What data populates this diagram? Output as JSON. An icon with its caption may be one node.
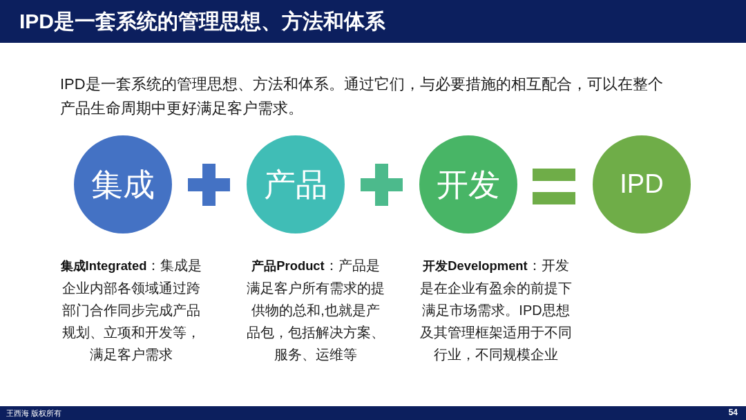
{
  "diagram": {
    "title": "IPD是一套系统的管理思想、方法和体系",
    "nodes": [
      {
        "text": [
          "集成"
        ],
        "beside": [
          "**集成Integrated**：集成是企业内部各领域通过跨部门合作同步完成产品规划、立项和开发等，满足客户需求"
        ]
      },
      {
        "text": [
          "产品"
        ],
        "beside": [
          "**产品Product**：产品是满足客户所有需求的提供物的总和,也就是产品包，包括解决方案、服务、运维等"
        ]
      },
      {
        "text": [
          "开发"
        ],
        "beside": [
          "**开发Development**：开发是在企业有盈余的前提下满足市场需求。IPD思想及其管理框架适用于不同行业，不同规模企业"
        ]
      },
      {
        "text": [
          "IPD"
        ]
      }
    ],
    "labels": [
      "IPD是一套系统的管理思想、方法和体系。通过它们，与必要措施的相互配合，可以在整个产品生命周期中更好满足客户需求。",
      "王西海 版权所有",
      "54"
    ]
  }
}
